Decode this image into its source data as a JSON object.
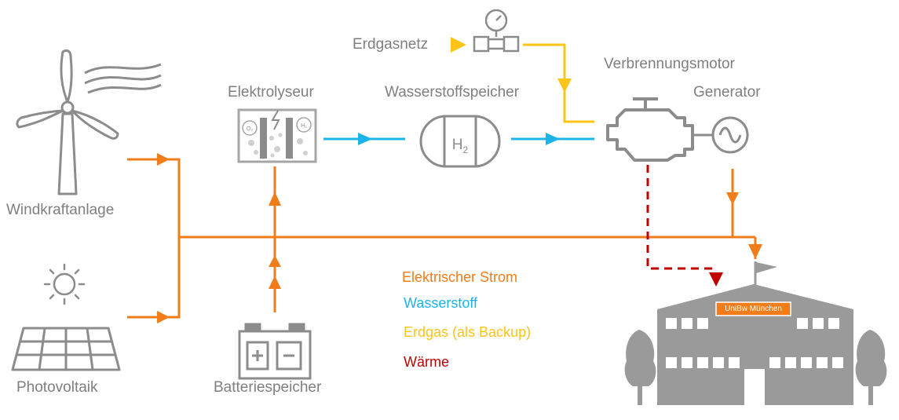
{
  "labels": {
    "wind": "Windkraftanlage",
    "pv": "Photovoltaik",
    "battery": "Batteriespeicher",
    "electrolyzer": "Elektrolyseur",
    "h2_storage": "Wasserstoffspeicher",
    "gas_grid": "Erdgasnetz",
    "engine": "Verbrennungsmotor",
    "generator": "Generator",
    "h2_symbol": "H",
    "h2_subscript": "2",
    "o2_symbol": "O₂",
    "h2_small": "H₂",
    "building_sign": "UniBw München"
  },
  "legend": [
    {
      "label": "Elektrischer Strom",
      "color": "#F07D19"
    },
    {
      "label": "Wasserstoff",
      "color": "#1CB4E8"
    },
    {
      "label": "Erdgas (als Backup)",
      "color": "#FCC419"
    },
    {
      "label": "Wärme",
      "color": "#C00000"
    }
  ],
  "colors": {
    "icon_gray": "#8c8c8c",
    "building_gray": "#9a9a9a",
    "text_gray": "#7f7f7f",
    "power": "#F07D19",
    "hydrogen": "#1CB4E8",
    "gas": "#FCC419",
    "heat": "#C00000"
  }
}
